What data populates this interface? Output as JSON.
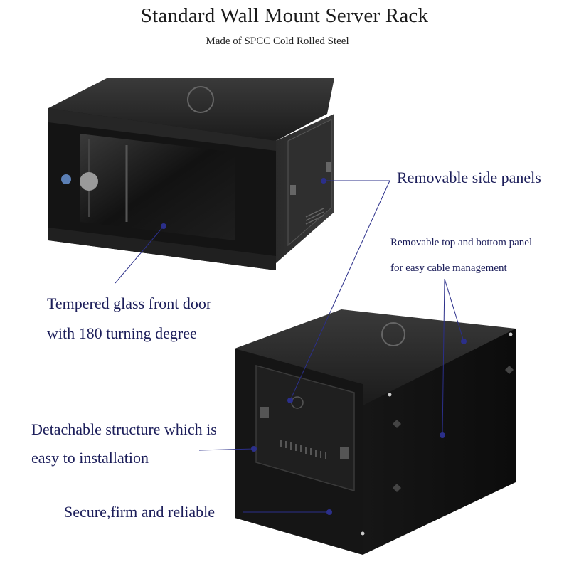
{
  "header": {
    "title": "Standard Wall Mount Server Rack",
    "subtitle": "Made of SPCC Cold Rolled Steel"
  },
  "callouts": {
    "side_panels": "Removable side panels",
    "top_bottom_panel": [
      "Removable top and bottom panel",
      "for easy cable management"
    ],
    "glass_door": [
      "Tempered glass front door",
      "with 180 turning degree"
    ],
    "detachable": [
      "Detachable structure which is",
      "easy to installation"
    ],
    "secure": "Secure,firm and reliable"
  },
  "colors": {
    "callout_text": "#1c1e5a",
    "leader_line": "#2b2f8a",
    "cabinet_body": "#111111"
  }
}
